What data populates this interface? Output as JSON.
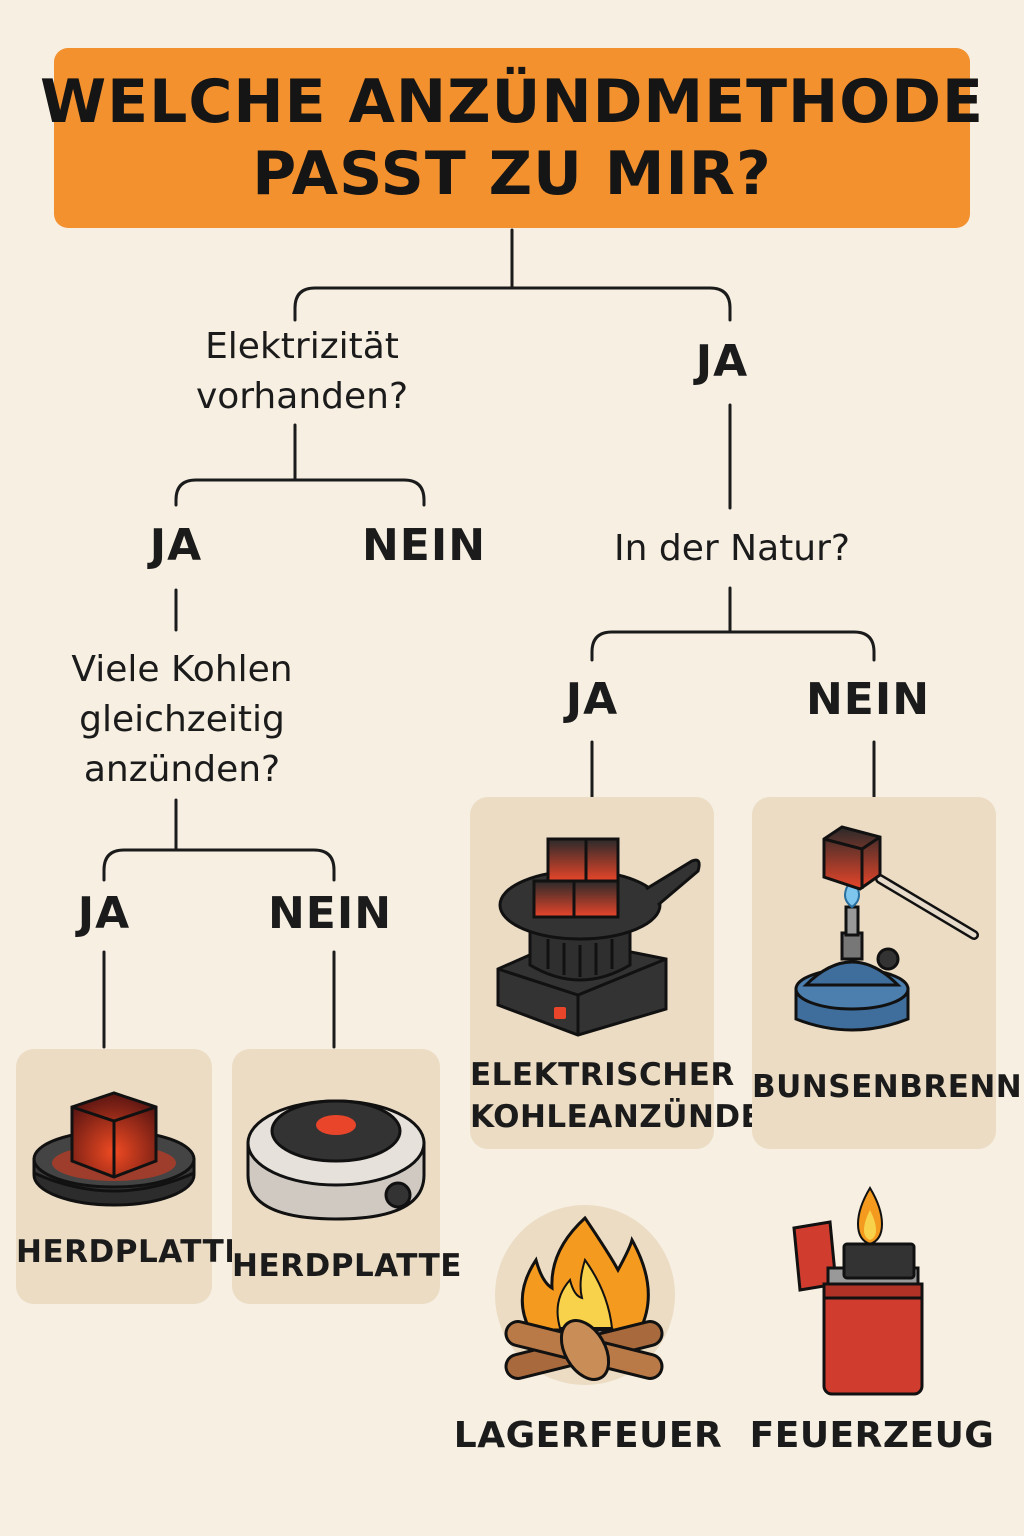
{
  "title": {
    "line1": "WELCHE ANZÜNDMETHODE",
    "line2": "PASST ZU MIR?"
  },
  "questions": {
    "electricity_line1": "Elektrizität",
    "electricity_line2": "vorhanden?",
    "nature": "In der Natur?",
    "many_coals_line1": "Viele Kohlen",
    "many_coals_line2": "gleichzeitig",
    "many_coals_line3": "anzünden?"
  },
  "answers": {
    "right_top_yes": "JA",
    "electricity_yes": "JA",
    "electricity_no": "NEIN",
    "nature_yes": "JA",
    "nature_no": "NEIN",
    "many_yes": "JA",
    "many_no": "NEIN"
  },
  "results": {
    "herdplatte_1": "HERDPLATTE",
    "herdplatte_2": "HERDPLATTE",
    "electric_line1": "ELEKTRISCHER",
    "electric_line2": "KOHLEANZÜNDER",
    "bunsen": "BUNSENBRENNER",
    "campfire": "LAGERFEUER",
    "lighter": "FEUERZEUG"
  },
  "icons": {
    "herdplatte_1": "coal-on-hotplate-icon",
    "herdplatte_2": "electric-hotplate-icon",
    "electric": "electric-coal-starter-icon",
    "bunsen": "bunsen-burner-icon",
    "campfire": "campfire-icon",
    "lighter": "lighter-icon"
  },
  "colors": {
    "title_bg": "#f3912f",
    "background": "#f6efe2",
    "card_bg": "#ebdcc3",
    "ember": "#e8452a",
    "flame": "#f6a21c",
    "burner_blue": "#3f6e9c",
    "lighter_red": "#d03c2e"
  }
}
